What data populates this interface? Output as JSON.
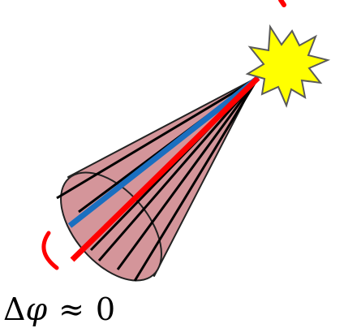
{
  "annotation": {
    "delta": "Δ",
    "phi": "φ",
    "approx": "≈",
    "zero": "0"
  },
  "colors": {
    "cone_fill": "#d4959a",
    "cone_stroke": "#222222",
    "tracks": "#000000",
    "blue_track": "#1a6fc0",
    "red_track": "#ff0000",
    "star_fill": "#ffff00",
    "star_stroke": "#5a5a5a",
    "background": "#ffffff"
  },
  "icons": {
    "burst": "starburst-icon",
    "arc": "curved-arc-mark"
  }
}
